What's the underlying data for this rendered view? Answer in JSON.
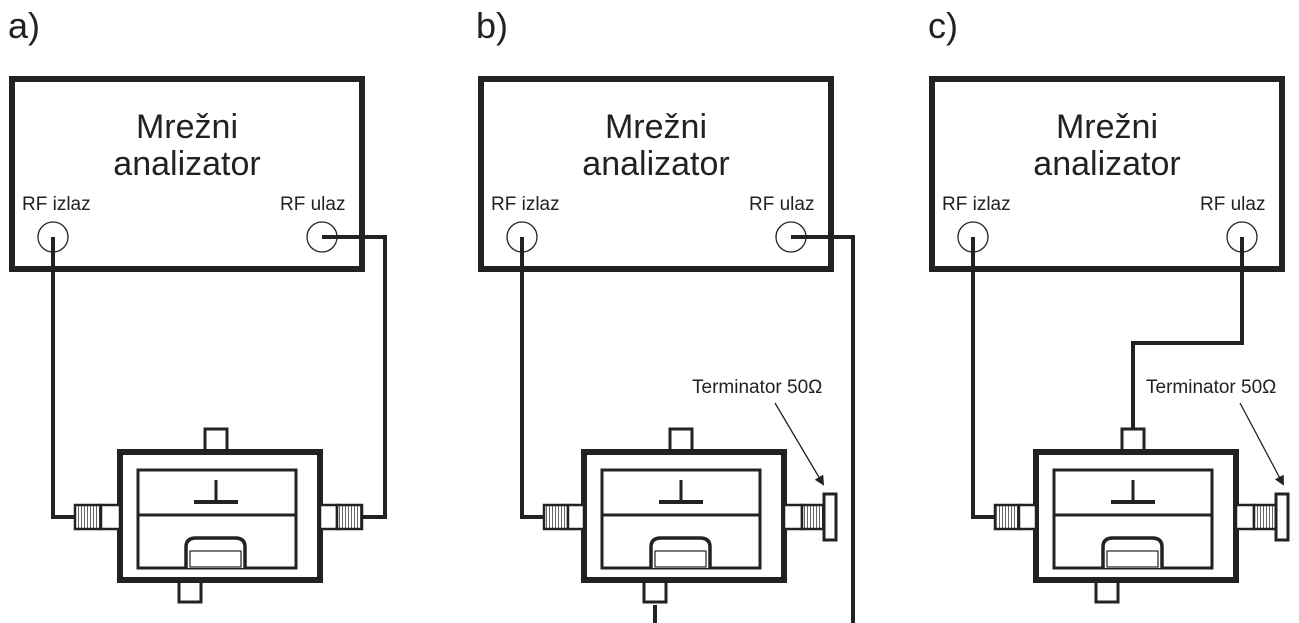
{
  "panels": [
    {
      "label": "a)",
      "title_line1": "Mrežni",
      "title_line2": "analizator",
      "port_out": "RF izlaz",
      "port_in": "RF ulaz",
      "terminator": ""
    },
    {
      "label": "b)",
      "title_line1": "Mrežni",
      "title_line2": "analizator",
      "port_out": "RF izlaz",
      "port_in": "RF ulaz",
      "terminator": "Terminator 50Ω"
    },
    {
      "label": "c)",
      "title_line1": "Mrežni",
      "title_line2": "analizator",
      "port_out": "RF izlaz",
      "port_in": "RF ulaz",
      "terminator": "Terminator 50Ω"
    }
  ]
}
